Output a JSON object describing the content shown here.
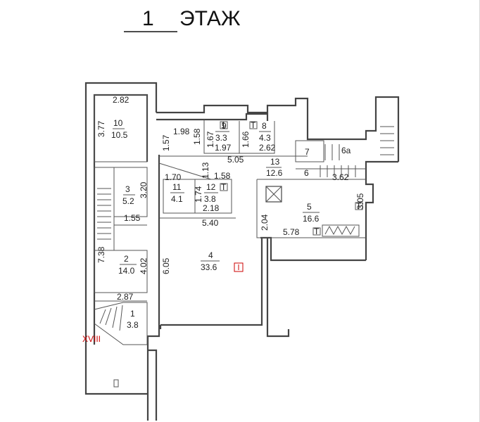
{
  "title": {
    "number": "1",
    "word": "ЭТАЖ"
  },
  "exit_label": "XVIII",
  "rooms": [
    {
      "id": "r1",
      "num": "1",
      "area": "3.8"
    },
    {
      "id": "r2",
      "num": "2",
      "area": "14.0"
    },
    {
      "id": "r3",
      "num": "3",
      "area": "5.2"
    },
    {
      "id": "r4",
      "num": "4",
      "area": "33.6"
    },
    {
      "id": "r5",
      "num": "5",
      "area": "16.6"
    },
    {
      "id": "r6",
      "num": "6"
    },
    {
      "id": "r6a",
      "num": "6а"
    },
    {
      "id": "r7",
      "num": "7"
    },
    {
      "id": "r8",
      "num": "8",
      "area": "4.3"
    },
    {
      "id": "r9",
      "num": "9",
      "area": "3.3"
    },
    {
      "id": "r10",
      "num": "10",
      "area": "10.5"
    },
    {
      "id": "r11",
      "num": "11",
      "area": "4.1"
    },
    {
      "id": "r12",
      "num": "12",
      "area": "3.8"
    },
    {
      "id": "r13",
      "num": "13",
      "area": "12.6"
    }
  ],
  "dimensions": [
    "2.82",
    "3.77",
    "1.98",
    "1.57",
    "1.58",
    "1.67",
    "1.97",
    "1.66",
    "2.62",
    "5.05",
    "1.13",
    "1.70",
    "1.58",
    "3.62",
    "3.20",
    "1.55",
    "1.74",
    "2.18",
    "5.40",
    "2.04",
    "3.05",
    "5.78",
    "7.38",
    "4.02",
    "6.05",
    "2.87"
  ],
  "symbols": {
    "t_mark": "Т",
    "r1_mark": "1"
  }
}
